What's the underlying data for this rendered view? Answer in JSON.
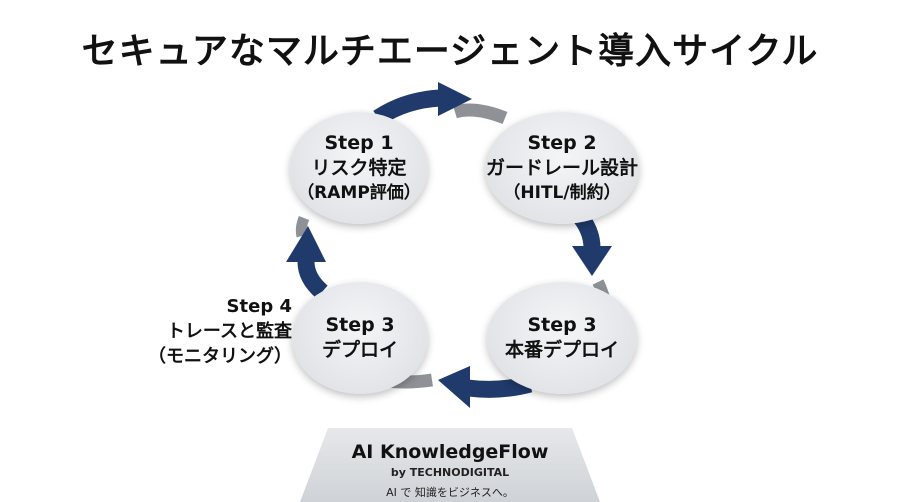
{
  "title": "セキュアなマルチエージェント導入サイクル",
  "nodes": [
    {
      "step": "Step 1",
      "name": "リスク特定",
      "detail": "（RAMP評価）"
    },
    {
      "step": "Step 2",
      "name": "ガードレール設計",
      "detail": "（HITL/制約）"
    },
    {
      "step": "Step 3",
      "name": "本番デプロイ"
    },
    {
      "step": "Step 3",
      "name": "デプロイ"
    }
  ],
  "side_label": {
    "step": "Step 4",
    "name": "トレースと監査",
    "detail": "（モニタリング）"
  },
  "brand": {
    "name": "AI KnowledgeFlow",
    "by": "by TECHNODIGITAL",
    "tagline": "AI で 知識をビジネスへ。"
  },
  "colors": {
    "arrow_navy": "#1f3a6b",
    "arrow_gray": "#8e9297",
    "node_fill": "#e4e6ea"
  }
}
